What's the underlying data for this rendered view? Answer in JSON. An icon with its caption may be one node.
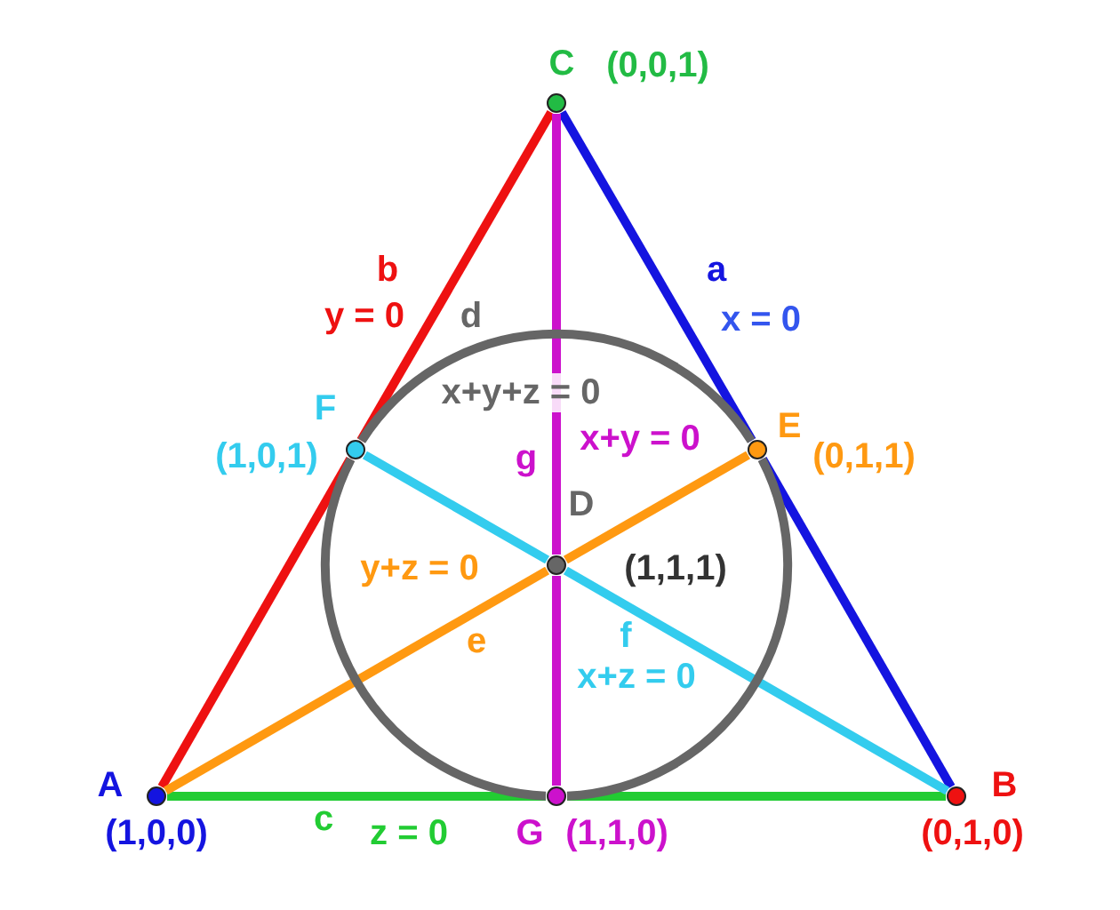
{
  "diagram": {
    "nodes": [
      {
        "text": [
          "C",
          "(0,0,1)"
        ]
      },
      {
        "text": [
          "F",
          "(1,0,1)"
        ]
      },
      {
        "text": [
          "E",
          "(0,1,1)"
        ]
      },
      {
        "text": [
          "D",
          "(1,1,1)"
        ]
      },
      {
        "text": [
          "A",
          "(1,0,0)"
        ]
      },
      {
        "text": [
          "G",
          "(1,1,0)"
        ]
      },
      {
        "text": [
          "B",
          "(0,1,0)"
        ]
      }
    ],
    "edges": [
      {
        "from": 0,
        "to": 2,
        "arrow": "none",
        "color": "#1414e0"
      },
      {
        "from": 2,
        "to": 6,
        "arrow": "none",
        "color": "#1414e0"
      },
      {
        "from": 0,
        "to": 1,
        "arrow": "none",
        "color": "#ee1111"
      },
      {
        "from": 1,
        "to": 4,
        "arrow": "none",
        "color": "#ee1111"
      },
      {
        "from": 4,
        "to": 5,
        "arrow": "none",
        "color": "#22cc33"
      },
      {
        "from": 5,
        "to": 6,
        "arrow": "none",
        "color": "#22cc33"
      },
      {
        "from": 0,
        "to": 3,
        "arrow": "none",
        "color": "#cc11cc"
      },
      {
        "from": 3,
        "to": 5,
        "arrow": "none",
        "color": "#cc11cc"
      },
      {
        "from": 4,
        "to": 3,
        "arrow": "none",
        "color": "#ff9911"
      },
      {
        "from": 3,
        "to": 2,
        "arrow": "none",
        "color": "#ff9911"
      },
      {
        "from": 1,
        "to": 3,
        "arrow": "none",
        "color": "#33ccee"
      },
      {
        "from": 3,
        "to": 6,
        "arrow": "none",
        "color": "#33ccee"
      },
      {
        "from": 1,
        "to": 2,
        "arrow": "none",
        "color": "#666666"
      },
      {
        "from": 2,
        "to": 5,
        "arrow": "none",
        "color": "#666666"
      },
      {
        "from": 5,
        "to": 1,
        "arrow": "none",
        "color": "#666666"
      }
    ],
    "labels": [
      "b",
      "a",
      "y = 0",
      "d",
      "x = 0",
      "x+y+z = 0",
      "x+y = 0",
      "g",
      "y+z = 0",
      "e",
      "f",
      "x+z = 0",
      "c",
      "z = 0"
    ]
  }
}
